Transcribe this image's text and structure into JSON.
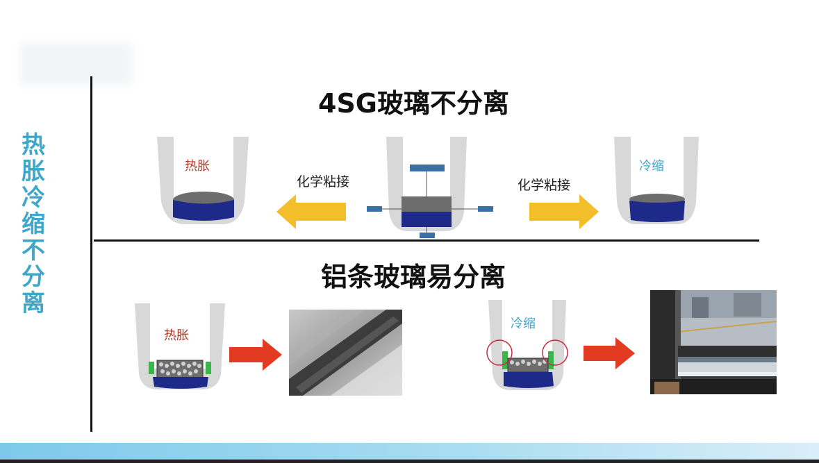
{
  "side_title": [
    "热",
    "胀",
    "冷",
    "缩",
    "不",
    "分",
    "离"
  ],
  "top_section": {
    "heading": "4SG玻璃不分离",
    "left_diagram_label": "热胀",
    "right_diagram_label": "冷缩",
    "left_arrow_label": "化学粘接",
    "right_arrow_label": "化学粘接"
  },
  "bottom_section": {
    "heading": "铝条玻璃易分离",
    "left_diagram_label": "热胀",
    "right_diagram_label": "冷缩"
  },
  "colors": {
    "accent_blue": "#3fa7c9",
    "hot_label": "#b23a2a",
    "cold_label": "#3fa7c9",
    "yellow_arrow": "#f2be2a",
    "red_arrow": "#e23b22",
    "sealant_navy": "#1e2a8a",
    "glass_gray": "#d6d6d6"
  }
}
